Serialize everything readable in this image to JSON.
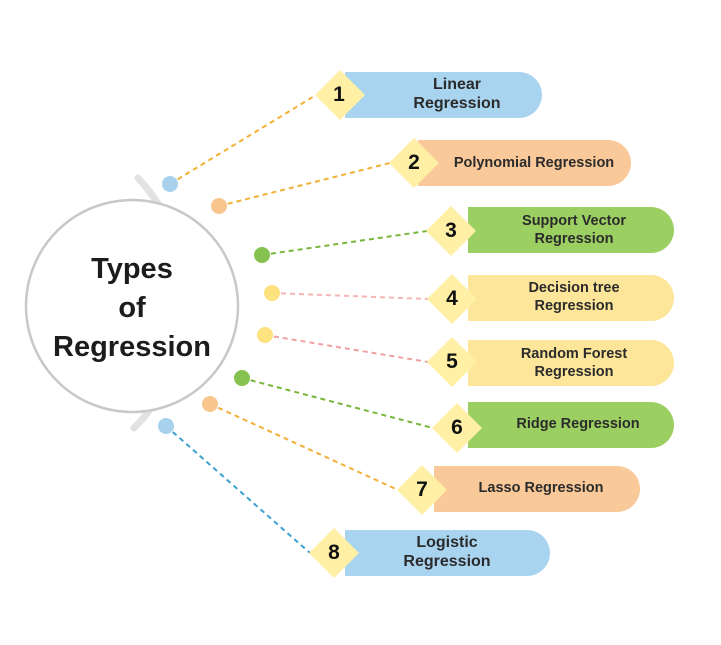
{
  "center": {
    "line1": "Types",
    "line2": "of",
    "line3": "Regression"
  },
  "items": [
    {
      "number": "1",
      "label": "Linear Regression",
      "color": "#a9d4ef"
    },
    {
      "number": "2",
      "label": "Polynomial Regression",
      "color": "#f9c999"
    },
    {
      "number": "3",
      "label": "Support Vector Regression",
      "color": "#9ccf62"
    },
    {
      "number": "4",
      "label": "Decision tree Regression",
      "color": "#fde59a"
    },
    {
      "number": "5",
      "label": "Random Forest Regression",
      "color": "#fde59a"
    },
    {
      "number": "6",
      "label": "Ridge Regression",
      "color": "#9ccf62"
    },
    {
      "number": "7",
      "label": "Lasso Regression",
      "color": "#f9c999"
    },
    {
      "number": "8",
      "label": "Logistic Regression",
      "color": "#a9d4ef"
    }
  ],
  "diamond_color": "#fff0a6",
  "arc_color": "#e2e2e2"
}
